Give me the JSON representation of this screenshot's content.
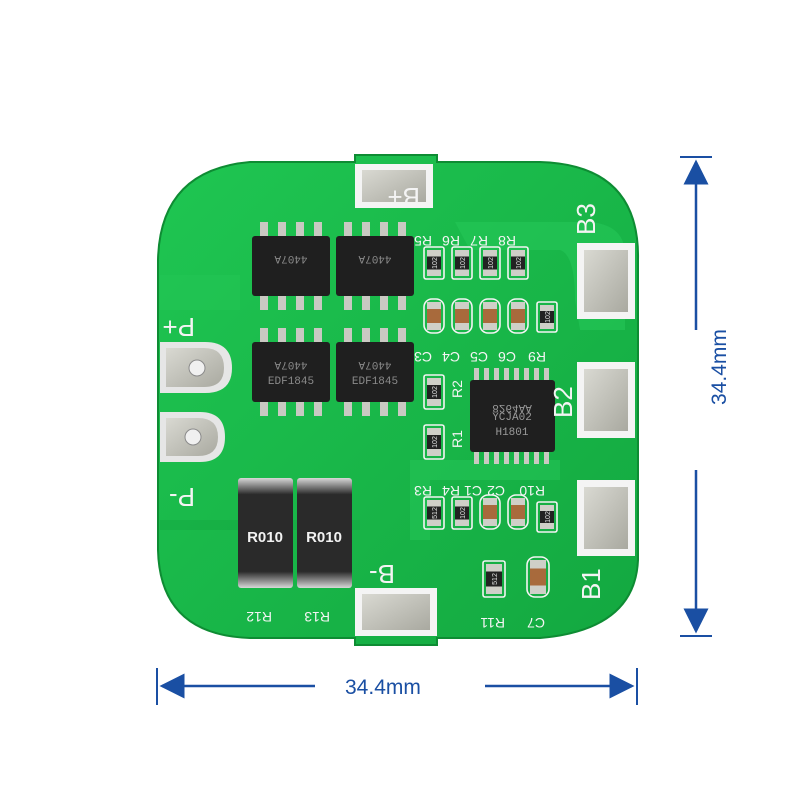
{
  "photo": {
    "subject": "BMS protection board",
    "colors": {
      "pcb": "#19b84a",
      "pcb_dark": "#0f9a3a",
      "trace": "#27c95a",
      "silk": "#f4f4f4",
      "pad": "#bdbdb4",
      "chip": "#1f1f1f",
      "dimension": "#1a4fa3"
    }
  },
  "silkscreen": {
    "b_plus": "B+",
    "b3": "B3",
    "b2": "B2",
    "b1": "B1",
    "b_minus": "B-",
    "p_plus": "P+",
    "p_minus": "P-",
    "r5": "R5",
    "r6": "R6",
    "r7": "R7",
    "r8": "R8",
    "c3": "C3",
    "c4": "C4",
    "c5": "C5",
    "c6": "C6",
    "r9": "R9",
    "r2": "R2",
    "r1": "R1",
    "r3": "R3",
    "r4": "R4",
    "c1": "C1",
    "c2": "C2",
    "r10": "R10",
    "r11": "R11",
    "c7": "C7",
    "r12": "R12",
    "r13": "R13"
  },
  "components": {
    "shunt_left": "R010",
    "shunt_right": "R010",
    "mosfet_1": "4407A",
    "mosfet_2": "4407A",
    "mosfet_3": "4407A",
    "mosfet_3_code": "EDF1845",
    "mosfet_4": "4407A",
    "mosfet_4_code": "EDF1845",
    "ic_line1": "8264AA",
    "ic_line2": "YCJA02",
    "ic_line3": "H1801",
    "r_code_102": "102",
    "r_code_512": "512"
  },
  "dimensions": {
    "width": "34.4mm",
    "height": "34.4mm"
  }
}
